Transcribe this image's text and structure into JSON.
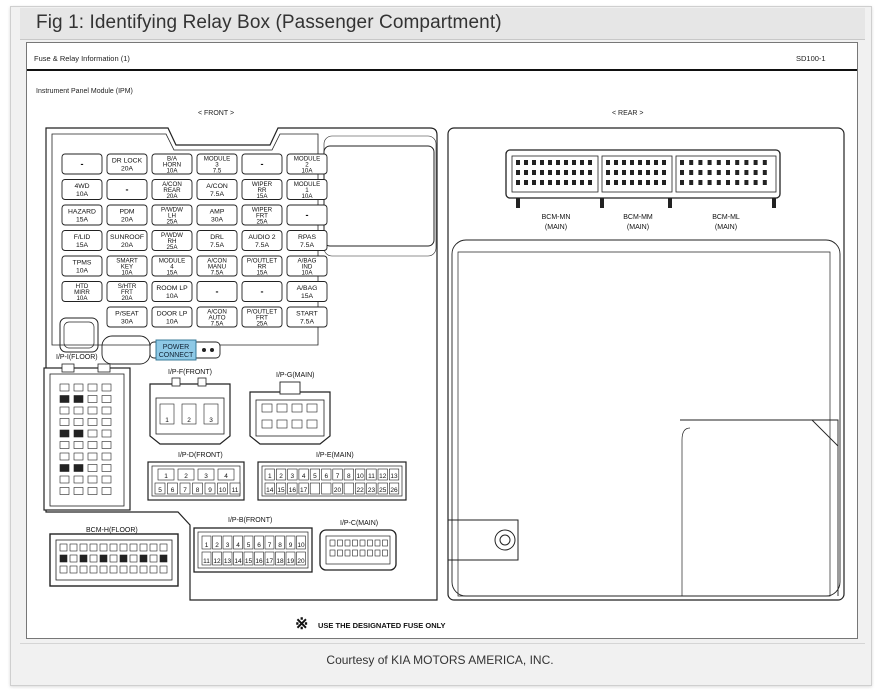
{
  "figure": {
    "title": "Fig 1: Identifying Relay Box (Passenger Compartment)",
    "caption": "Courtesy of KIA MOTORS AMERICA, INC."
  },
  "document": {
    "title": "Fuse & Relay Information (1)",
    "code": "SD100-1",
    "module_label": "Instrument Panel Module (IPM)",
    "front_label": "< FRONT >",
    "rear_label": "< REAR >",
    "note": "USE THE DESIGNATED FUSE ONLY"
  },
  "fuses": [
    [
      {
        "name": "-",
        "rating": ""
      },
      {
        "name": "DR LOCK",
        "rating": "20A"
      },
      {
        "name": "B/A HORN",
        "rating": "10A"
      },
      {
        "name": "MODULE 3",
        "rating": "7.5"
      },
      {
        "name": "-",
        "rating": ""
      },
      {
        "name": "MODULE 2",
        "rating": "10A"
      }
    ],
    [
      {
        "name": "4WD",
        "rating": "10A"
      },
      {
        "name": "-",
        "rating": ""
      },
      {
        "name": "A/CON REAR",
        "rating": "20A"
      },
      {
        "name": "A/CON",
        "rating": "7.5A"
      },
      {
        "name": "WIPER RR",
        "rating": "15A"
      },
      {
        "name": "MODULE 1",
        "rating": "10A"
      }
    ],
    [
      {
        "name": "HAZARD",
        "rating": "15A"
      },
      {
        "name": "PDM",
        "rating": "20A"
      },
      {
        "name": "P/WDW LH",
        "rating": "25A"
      },
      {
        "name": "AMP",
        "rating": "30A"
      },
      {
        "name": "WIPER FRT",
        "rating": "25A"
      },
      {
        "name": "-",
        "rating": ""
      }
    ],
    [
      {
        "name": "F/LID",
        "rating": "15A"
      },
      {
        "name": "SUNROOF",
        "rating": "20A"
      },
      {
        "name": "P/WDW RH",
        "rating": "25A"
      },
      {
        "name": "DRL",
        "rating": "7.5A"
      },
      {
        "name": "AUDIO 2",
        "rating": "7.5A"
      },
      {
        "name": "RPAS",
        "rating": "7.5A"
      }
    ],
    [
      {
        "name": "TPMS",
        "rating": "10A"
      },
      {
        "name": "SMART KEY",
        "rating": "10A"
      },
      {
        "name": "MODULE 4",
        "rating": "15A"
      },
      {
        "name": "A/CON MANU",
        "rating": "7.5A"
      },
      {
        "name": "P/OUTLET RR",
        "rating": "15A"
      },
      {
        "name": "A/BAG IND",
        "rating": "10A"
      }
    ],
    [
      {
        "name": "HTD MIRR",
        "rating": "10A"
      },
      {
        "name": "S/HTR FRT",
        "rating": "20A"
      },
      {
        "name": "ROOM LP",
        "rating": "10A"
      },
      {
        "name": "-",
        "rating": ""
      },
      {
        "name": "-",
        "rating": ""
      },
      {
        "name": "A/BAG",
        "rating": "15A"
      }
    ],
    [
      {
        "name": "",
        "rating": ""
      },
      {
        "name": "P/SEAT",
        "rating": "30A"
      },
      {
        "name": "DOOR LP",
        "rating": "10A"
      },
      {
        "name": "A/CON AUTO",
        "rating": "7.5A"
      },
      {
        "name": "P/OUTLET FRT",
        "rating": "25A"
      },
      {
        "name": "START",
        "rating": "7.5A"
      }
    ]
  ],
  "power_connector": "POWER CONNECT",
  "connectors": {
    "ip_floor": "I/P-I(FLOOR)",
    "ip_front_1": "I/P-F(FRONT)",
    "ip_main_1": "I/P-G(MAIN)",
    "ip_front_2": "I/P-D(FRONT)",
    "ip_main_2": "I/P-E(MAIN)",
    "ip_front_3": "I/P-B(FRONT)",
    "ip_main_3": "I/P-C(MAIN)",
    "bcm_floor": "BCM-H(FLOOR)"
  },
  "bcm": [
    {
      "name": "BCM-MN",
      "sub": "(MAIN)"
    },
    {
      "name": "BCM-MM",
      "sub": "(MAIN)"
    },
    {
      "name": "BCM-ML",
      "sub": "(MAIN)"
    }
  ],
  "pin_labels": {
    "ip_front_1": [
      "1",
      "2",
      "3"
    ],
    "ip_front_2_top": [
      "1",
      "2",
      "3",
      "4"
    ],
    "ip_front_2_bottom": [
      "5",
      "6",
      "7",
      "8",
      "9",
      "10",
      "11"
    ],
    "ip_main_2_top": [
      "1",
      "2",
      "3",
      "4",
      "5",
      "6",
      "7",
      "8",
      "10",
      "11",
      "12",
      "13"
    ],
    "ip_main_2_bottom": [
      "14",
      "15",
      "16",
      "17",
      "20",
      "22",
      "23",
      "25",
      "26"
    ],
    "ip_front_3_top": [
      "1",
      "2",
      "3",
      "4",
      "5",
      "6",
      "7",
      "8",
      "9",
      "10"
    ],
    "ip_front_3_bottom": [
      "11",
      "12",
      "13",
      "14",
      "15",
      "16",
      "17",
      "18",
      "19",
      "20"
    ]
  }
}
